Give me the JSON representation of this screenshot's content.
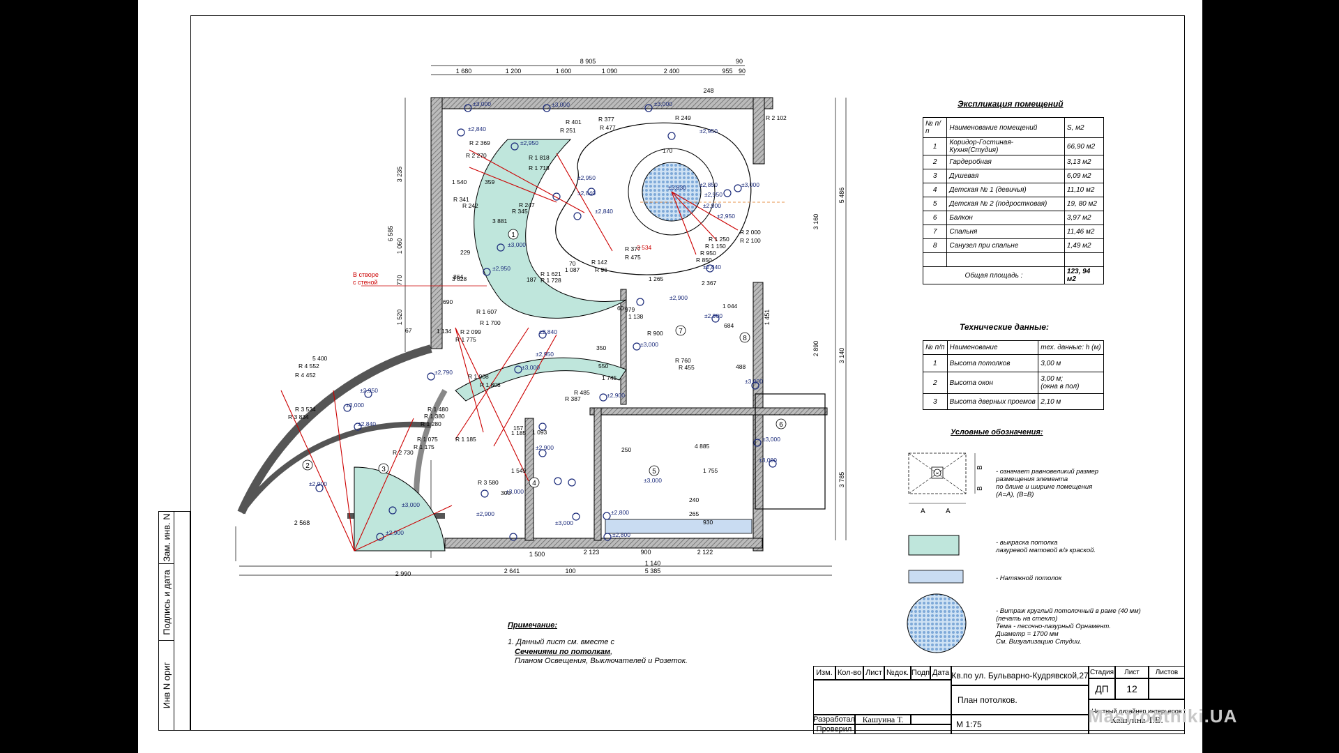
{
  "sheet": {
    "side_labels": [
      "Инв N ориг",
      "Подпись и дата",
      "Зам. инв. N"
    ]
  },
  "plan": {
    "dims_top": [
      "8 905",
      "90",
      "1 680",
      "1 200",
      "1 600",
      "1 090",
      "2 400",
      "955",
      "90",
      "248"
    ],
    "dims_bottom": [
      "2 990",
      "2 641",
      "100",
      "5 385",
      "1 140",
      "2 123",
      "900",
      "2 122",
      "1 500",
      "2 568"
    ],
    "dims_left": [
      "3 235",
      "6 585",
      "1 060",
      "1 520",
      "770"
    ],
    "dims_right": [
      "5 486",
      "3 160",
      "2 890",
      "3 140",
      "3 785",
      "1 451"
    ],
    "levels": [
      "±3,000",
      "±2,840",
      "±2,950",
      "±2,900",
      "±2,800",
      "±2,790",
      "±3,830",
      "±2,850"
    ],
    "radii": [
      "R 2 369",
      "R 2 270",
      "R 1 818",
      "R 1 718",
      "R 341",
      "R 242",
      "R 247",
      "R 345",
      "R 401",
      "R 251",
      "R 377",
      "R 477",
      "R 249",
      "R 2 102",
      "R 2 000",
      "R 2 100",
      "R 1 250",
      "R 1 150",
      "R 950",
      "R 850",
      "R 377",
      "R 475",
      "R 142",
      "R 96",
      "R 1 621",
      "R 1 728",
      "R 1 607",
      "R 1 700",
      "R 2 099",
      "R 1 775",
      "R 1 908",
      "R 1 808",
      "R 387",
      "R 485",
      "R 760",
      "R 455",
      "R 900",
      "R 4 552",
      "R 4 452",
      "R 3 534",
      "R 3 834",
      "R 1 480",
      "R 1 380",
      "R 1 280",
      "R 1 075",
      "R 1 175",
      "R 1 185",
      "R 2 730",
      "R 3 580",
      "5 400"
    ],
    "room_numbers": [
      "1",
      "2",
      "3",
      "4",
      "5",
      "6",
      "7",
      "8"
    ],
    "annot_stvor": "В створе\nс стеной",
    "misc_dims": [
      "3 881",
      "1 540",
      "359",
      "229",
      "864",
      "3 028",
      "690",
      "1 134",
      "67",
      "187",
      "1 087",
      "1 265",
      "2 367",
      "2 534",
      "4 885",
      "250",
      "1 549",
      "1 185",
      "1 093",
      "157",
      "300",
      "350",
      "550",
      "1 745",
      "979",
      "684",
      "488",
      "1 044",
      "170",
      "1 755",
      "930",
      "240",
      "265",
      "1 138",
      "70",
      "60"
    ]
  },
  "explication": {
    "title": "Экспликация помещений",
    "headers": [
      "№ п/п",
      "Наименование помещений",
      "S, м2"
    ],
    "rows": [
      [
        "1",
        "Коридор-Гостиная-Кухня(Студия)",
        "66,90  м2"
      ],
      [
        "2",
        "Гардеробная",
        "3,13  м2"
      ],
      [
        "3",
        "Душевая",
        "6,09 м2"
      ],
      [
        "4",
        "Детская № 1 (девичья)",
        "11,10  м2"
      ],
      [
        "5",
        "Детская № 2 (подростковая)",
        "19, 80 м2"
      ],
      [
        "6",
        "Балкон",
        "3,97  м2"
      ],
      [
        "7",
        "Спальня",
        "11,46  м2"
      ],
      [
        "8",
        "Санузел при спальне",
        "1,49  м2"
      ],
      [
        "",
        "",
        ""
      ]
    ],
    "total_label": "Общая площадь :",
    "total_value": "123, 94 м2"
  },
  "tech": {
    "title": "Технические данные:",
    "headers": [
      "№ п/п",
      "Наименование",
      "тех. данные: h (м)"
    ],
    "rows": [
      [
        "1",
        "Высота потолков",
        "3,00 м"
      ],
      [
        "2",
        "Высота окон",
        "3,00 м;\n(окна в пол)"
      ],
      [
        "3",
        "Высота дверных проемов",
        "2,10 м"
      ]
    ]
  },
  "legend": {
    "title": "Условные обозначения:",
    "items": [
      "-   означает равновеликий размер\n    размещения элемента\n    по длине и ширине помещения\n    (А=А), (В=В)",
      "-   выкраска потолка\n    лазуревой матовой в/э краской.",
      "-   Натяжной потолок",
      "-   Витраж круглый потолочный в раме (40 мм)\n    (печать на стекло)\n    Тема - песочно-лазурный Орнамент.\n    Диаметр = 1700 мм\n    См. Визуализацию Студии."
    ],
    "dim_a": "А",
    "dim_b": "В",
    "color_paint": "#bfe6dc",
    "color_stretch": "#c9dcf2",
    "color_vitrage": "#a9c9ea"
  },
  "note": {
    "title": "Примечание:",
    "line1": "1. Данный лист см. вместе с",
    "line2": "Сечениями по потолкам",
    "line2b": ",",
    "line3": "Планом Освещения, Выключателей и Розеток."
  },
  "stamp": {
    "cols": [
      "Изм.",
      "Кол-во",
      "Лист",
      "№док.",
      "Подп",
      "Дата"
    ],
    "project": "Кв.по ул. Бульварно-Кудрявской,27",
    "stage_h": "Стадия",
    "sheet_h": "Лист",
    "sheets_h": "Листов",
    "stage": "ДП",
    "sheet": "12",
    "sheets": "",
    "dev_label": "Разработал",
    "dev_name": "Кашуина Т.",
    "check_label": "Проверил",
    "title": "План потолков.",
    "scale": "М 1:75",
    "designer": "Частный дизайнер интерьеров",
    "designer_name": "Кашуина Т.В."
  },
  "watermark": "Mastrootniki.UA"
}
